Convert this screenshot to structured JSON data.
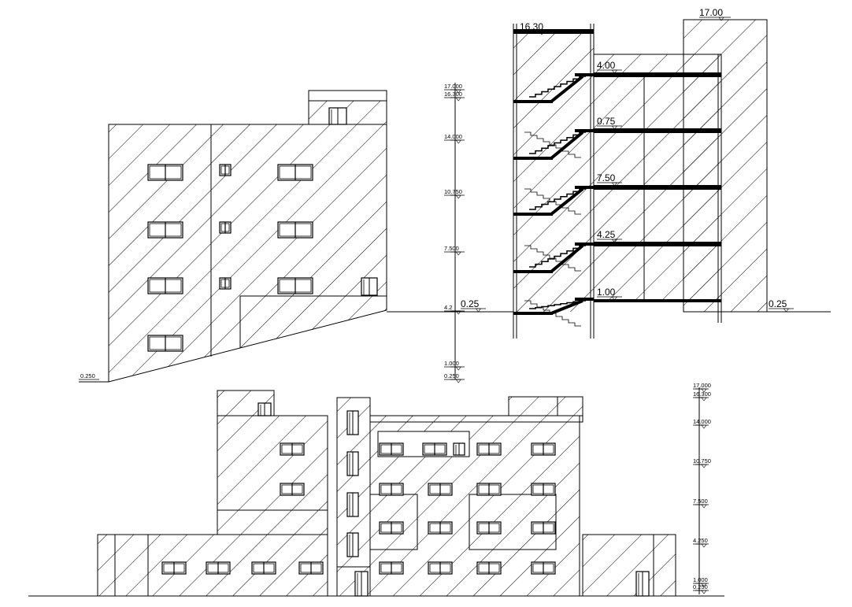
{
  "elevation_left": {
    "ground_level": "0.250"
  },
  "level_scale_top": {
    "levels": [
      "17.000",
      "16.300",
      "14.000",
      "10.750",
      "7.500",
      "4.2",
      "1.000",
      "0.250"
    ]
  },
  "section": {
    "levels": [
      "16.30",
      "17.00",
      "4.00",
      "0.75",
      "7.50",
      "4.25",
      "1.00",
      "0.25",
      "0.25"
    ]
  },
  "level_scale_bottom": {
    "levels": [
      "17.000",
      "16.300",
      "14.000",
      "10.750",
      "7.500",
      "4.250",
      "1.000",
      "0.250"
    ]
  },
  "colors": {
    "line": "#000000",
    "hatch": "#000000",
    "background": "#ffffff"
  }
}
